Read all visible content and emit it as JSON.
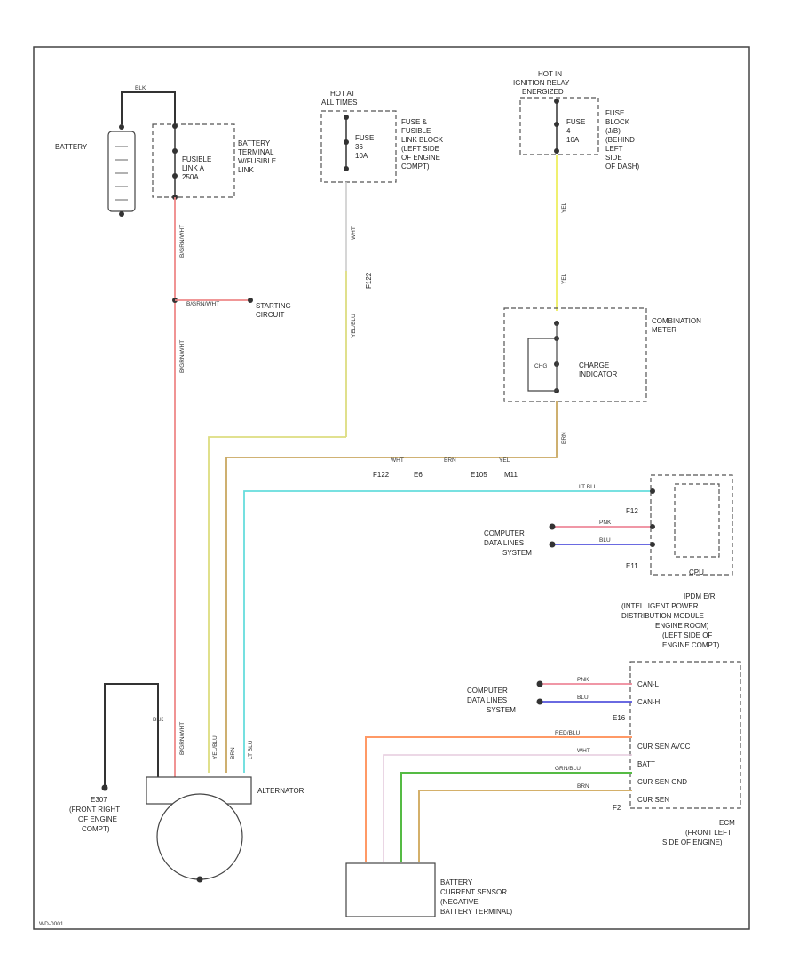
{
  "diagram": {
    "components": {
      "battery": "BATTERY",
      "battery_terminal": [
        "BATTERY",
        "TERMINAL",
        "W/FUSIBLE",
        "LINK"
      ],
      "fusible_link": [
        "FUSIBLE",
        "LINK A",
        "250A"
      ],
      "hot_at_all_times": [
        "HOT AT",
        "ALL TIMES"
      ],
      "fuse_10a": [
        "FUSE",
        "36",
        "10A"
      ],
      "fuse_block_engine": [
        "FUSE &",
        "FUSIBLE",
        "LINK BLOCK",
        "(LEFT SIDE",
        "OF ENGINE",
        "COMPT)"
      ],
      "hot_ignition": [
        "HOT IN",
        "IGNITION RELAY",
        "ENERGIZED"
      ],
      "fuse_dash": [
        "FUSE",
        "4",
        "10A"
      ],
      "fuse_block_dash": [
        "FUSE",
        "BLOCK",
        "(J/B)",
        "(BEHIND",
        "LEFT",
        "SIDE",
        "OF DASH)"
      ],
      "starting_circuit": [
        "STARTING",
        "CIRCUIT"
      ],
      "combination_meter": [
        "COMBINATION",
        "METER"
      ],
      "charge_indicator": [
        "CHARGE",
        "INDICATOR"
      ],
      "charge_lamp_symbol": "CHG",
      "cpu_box": "CPU",
      "computer_data_lines_1": [
        "COMPUTER",
        "DATA LINES",
        "SYSTEM"
      ],
      "computer_data_lines_2": [
        "COMPUTER",
        "DATA LINES",
        "SYSTEM"
      ],
      "ipdm": [
        "IPDM E/R",
        "(INTELLIGENT POWER",
        "DISTRIBUTION MODULE",
        "ENGINE ROOM)",
        "(LEFT SIDE OF",
        "ENGINE COMPT)"
      ],
      "ecm_pins": [
        "CAN-L",
        "CAN-H",
        "E16",
        "CUR SEN AVCC",
        "BATT",
        "CUR SEN GND",
        "CUR SEN",
        "F2"
      ],
      "ecm": [
        "ECM",
        "(FRONT LEFT",
        "SIDE OF ENGINE)"
      ],
      "ground": [
        "E307",
        "(FRONT RIGHT",
        "OF ENGINE",
        "COMPT)"
      ],
      "alternator": "ALTERNATOR",
      "sensor": [
        "BATTERY",
        "CURRENT SENSOR",
        "(NEGATIVE",
        "BATTERY TERMINAL)"
      ]
    },
    "connectors": {
      "f122_e6": [
        "F122",
        "E6"
      ],
      "e105_m11": [
        "E105",
        "M11"
      ],
      "f12": "F12",
      "e11": "E11",
      "f122_s": "F122"
    },
    "wire_labels": {
      "red": "B/GRN/WHT",
      "red2": "B/GRN/WHT",
      "red3": "B/GRN/WHT",
      "red_branch": "B/GRN/WHT",
      "wht_vert": "WHT",
      "yel_vert": "YEL/BLU",
      "yel_top": "YEL",
      "yel_mid": "YEL",
      "brn_top": "BRN",
      "brn_h1": "WHT",
      "brn_h2": "BRN",
      "brn_h3": "YEL",
      "cyan_h": "LT BLU",
      "pink_1": "PNK",
      "blue_1": "BLU",
      "pink_2": "PNK",
      "blue_2": "BLU",
      "orange": "RED/BLU",
      "white": "WHT",
      "green": "GRN/BLU",
      "tan": "BRN",
      "blk_top": "BLK",
      "blk_gnd": "BLK",
      "alt_yel": "YEL/BLU",
      "alt_brn": "BRN",
      "alt_cyan": "LT BLU"
    },
    "footer": "WD-0001"
  }
}
